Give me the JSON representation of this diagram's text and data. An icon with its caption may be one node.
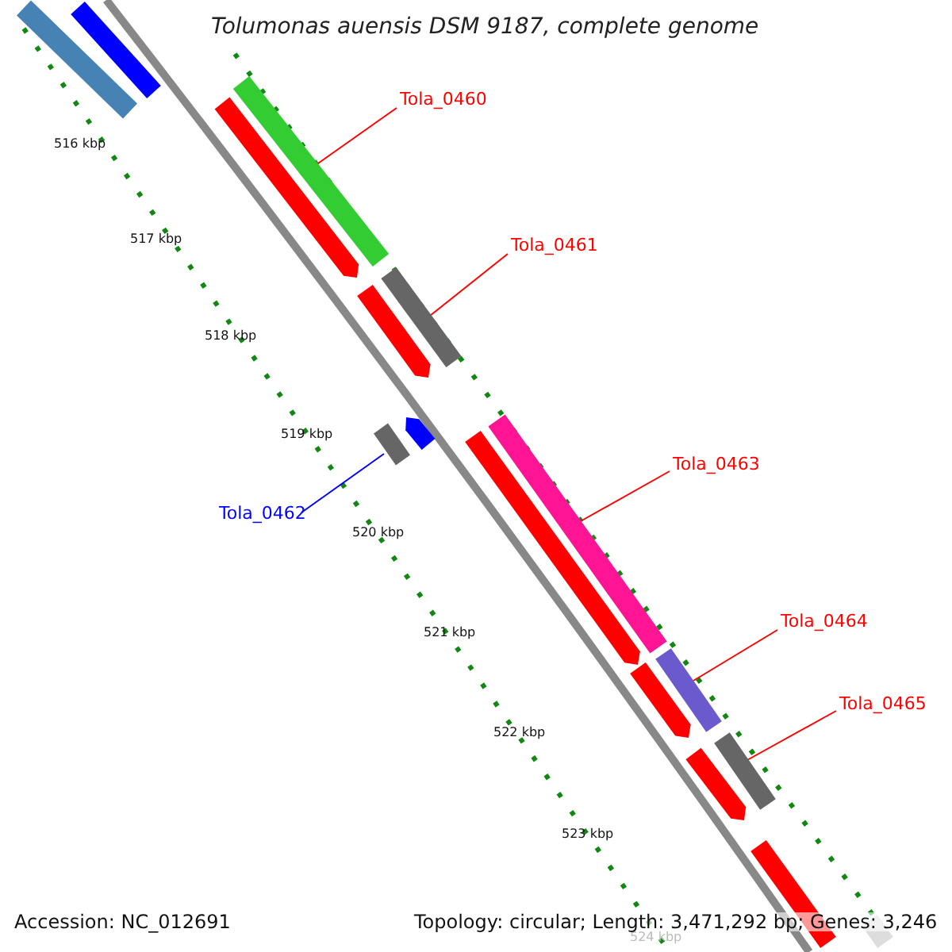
{
  "diagram": {
    "title": "Tolumonas auensis DSM 9187, complete genome",
    "nodes": [
      {
        "text": [],
        "shape": "bar"
      },
      {
        "text": [],
        "shape": "bar"
      },
      {
        "text": [],
        "shape": "bar"
      },
      {
        "text": [
          "Tola_0460"
        ]
      },
      {
        "text": [],
        "shape": "bar"
      },
      {
        "text": [
          "Tola_0461"
        ]
      },
      {
        "text": [],
        "shape": "bar"
      },
      {
        "text": [],
        "shape": "bar"
      },
      {
        "text": [],
        "shape": "bar"
      },
      {
        "text": [],
        "shape": "bar"
      },
      {
        "text": [],
        "shape": "bar"
      },
      {
        "text": [
          "Tola_0463"
        ]
      },
      {
        "text": [],
        "shape": "bar"
      },
      {
        "text": [
          "Tola_0462"
        ]
      },
      {
        "text": [
          "Tola_0464"
        ]
      },
      {
        "text": [],
        "shape": "bar"
      },
      {
        "text": [],
        "shape": "bar"
      },
      {
        "text": [
          "Tola_0465"
        ]
      },
      {
        "text": [],
        "shape": "bar"
      },
      {
        "text": [],
        "shape": "bar"
      },
      {
        "text": [],
        "shape": "bar"
      },
      {
        "text": [],
        "shape": "bar"
      }
    ],
    "edges": [
      {
        "from": 3,
        "to": 2,
        "arrow": "none"
      },
      {
        "from": 5,
        "to": 6,
        "arrow": "none"
      },
      {
        "from": 13,
        "to": 9,
        "arrow": "none",
        "color": "#0000ff"
      },
      {
        "from": 11,
        "to": 10,
        "arrow": "none"
      },
      {
        "from": 14,
        "to": 15,
        "arrow": "none"
      },
      {
        "from": 17,
        "to": 18,
        "arrow": "none"
      }
    ],
    "labels": [
      "516 kbp",
      "517 kbp",
      "518 kbp",
      "519 kbp",
      "520 kbp",
      "521 kbp",
      "522 kbp",
      "523 kbp",
      "524 kbp",
      "Accession: NC_012691",
      "Topology: circular; Length: 3,471,292 bp; Genes: 3,246"
    ]
  }
}
